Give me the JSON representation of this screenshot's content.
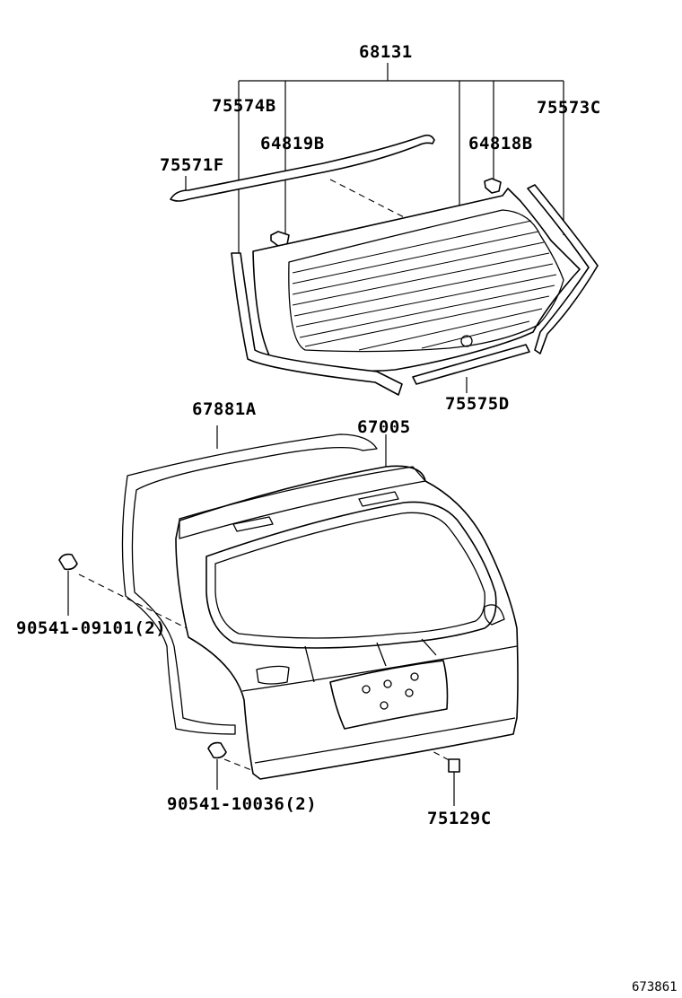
{
  "labels": {
    "p68131": "68131",
    "p75574B": "75574B",
    "p75573C": "75573C",
    "p64819B": "64819B",
    "p64818B": "64818B",
    "p75571F": "75571F",
    "p75575D": "75575D",
    "p67881A": "67881A",
    "p67005": "67005",
    "p90541_09101": "90541-09101(2)",
    "p90541_10036": "90541-10036(2)",
    "p75129C": "75129C"
  },
  "diagram_code": "673861"
}
